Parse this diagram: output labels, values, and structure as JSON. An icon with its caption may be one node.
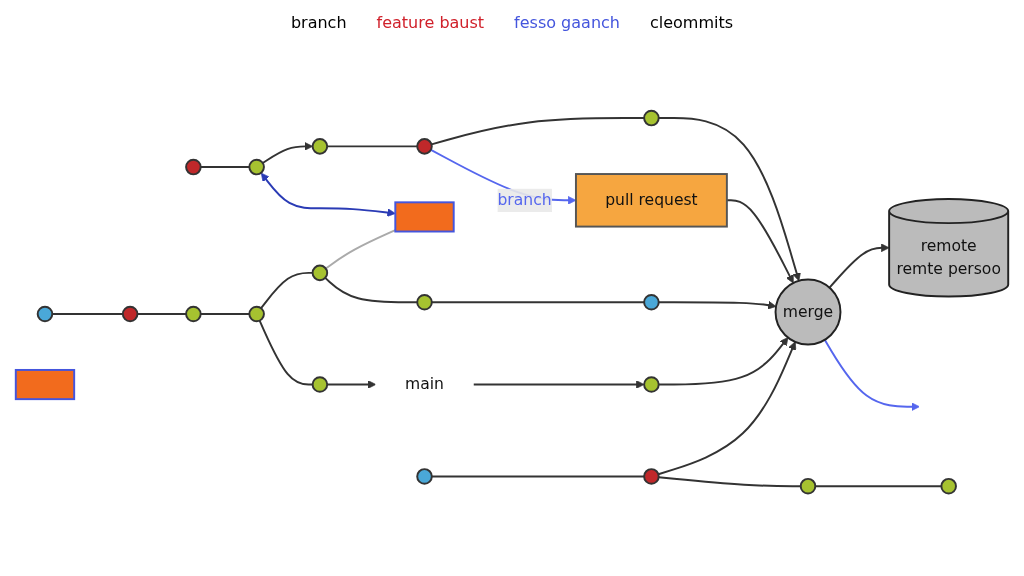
{
  "diagram": {
    "nodes": [
      {
        "text": [],
        "shape": "circle"
      },
      {
        "text": [],
        "shape": "circle"
      },
      {
        "text": [],
        "shape": "circle"
      },
      {
        "text": [],
        "shape": "circle"
      },
      {
        "text": [],
        "shape": "circle"
      },
      {
        "text": [],
        "shape": "box"
      },
      {
        "text": [
          "pull request"
        ]
      },
      {
        "text": [],
        "shape": "circle"
      },
      {
        "text": [],
        "shape": "circle"
      },
      {
        "text": [],
        "shape": "circle"
      },
      {
        "text": [],
        "shape": "circle"
      },
      {
        "text": [],
        "shape": "circle"
      },
      {
        "text": [],
        "shape": "circle"
      },
      {
        "text": [],
        "shape": "circle"
      },
      {
        "text": [],
        "shape": "circle"
      },
      {
        "text": [
          "main"
        ]
      },
      {
        "text": [],
        "shape": "box"
      },
      {
        "text": [],
        "shape": "circle"
      },
      {
        "text": [
          "merge"
        ]
      },
      {
        "text": [
          "remote",
          "remte persoo"
        ]
      },
      {
        "text": [],
        "shape": "circle"
      },
      {
        "text": [],
        "shape": "circle"
      },
      {
        "text": [],
        "shape": "circle"
      },
      {
        "text": [],
        "shape": "circle"
      }
    ],
    "edges": [
      {
        "from": 0,
        "to": 1,
        "arrow": "none"
      },
      {
        "from": 1,
        "to": 2,
        "arrow": "to"
      },
      {
        "from": 2,
        "to": 3,
        "arrow": "none"
      },
      {
        "from": 3,
        "to": 4,
        "arrow": "none"
      },
      {
        "from": 4,
        "to": 18,
        "arrow": "to"
      },
      {
        "from": 1,
        "to": 5,
        "arrow": "both",
        "color": "#2a3bb5"
      },
      {
        "from": 3,
        "to": 6,
        "arrow": "to",
        "label": "branch",
        "color": "#5566ee"
      },
      {
        "from": 6,
        "to": 18,
        "arrow": "to"
      },
      {
        "from": 7,
        "to": 8,
        "arrow": "none"
      },
      {
        "from": 8,
        "to": 9,
        "arrow": "none"
      },
      {
        "from": 9,
        "to": 10,
        "arrow": "none"
      },
      {
        "from": 10,
        "to": 11,
        "arrow": "none"
      },
      {
        "from": 11,
        "to": 12,
        "arrow": "none"
      },
      {
        "from": 12,
        "to": 13,
        "arrow": "none"
      },
      {
        "from": 13,
        "to": 18,
        "arrow": "to"
      },
      {
        "from": 11,
        "to": 5,
        "arrow": "none",
        "color": "#aaaaaa"
      },
      {
        "from": 10,
        "to": 14,
        "arrow": "none"
      },
      {
        "from": 14,
        "to": 15,
        "arrow": "to"
      },
      {
        "from": 15,
        "to": 17,
        "arrow": "to"
      },
      {
        "from": 17,
        "to": 18,
        "arrow": "to"
      },
      {
        "from": 18,
        "to": 19,
        "arrow": "to"
      },
      {
        "from": 18,
        "to": null,
        "arrow": "to",
        "color": "#5566ee"
      },
      {
        "from": 20,
        "to": 21,
        "arrow": "none"
      },
      {
        "from": 21,
        "to": 22,
        "arrow": "none"
      },
      {
        "from": 22,
        "to": 23,
        "arrow": "none"
      },
      {
        "from": 21,
        "to": 18,
        "arrow": "to"
      }
    ],
    "labels": [
      "branch",
      "feature baust",
      "fesso gaanch",
      "cleommits"
    ]
  }
}
